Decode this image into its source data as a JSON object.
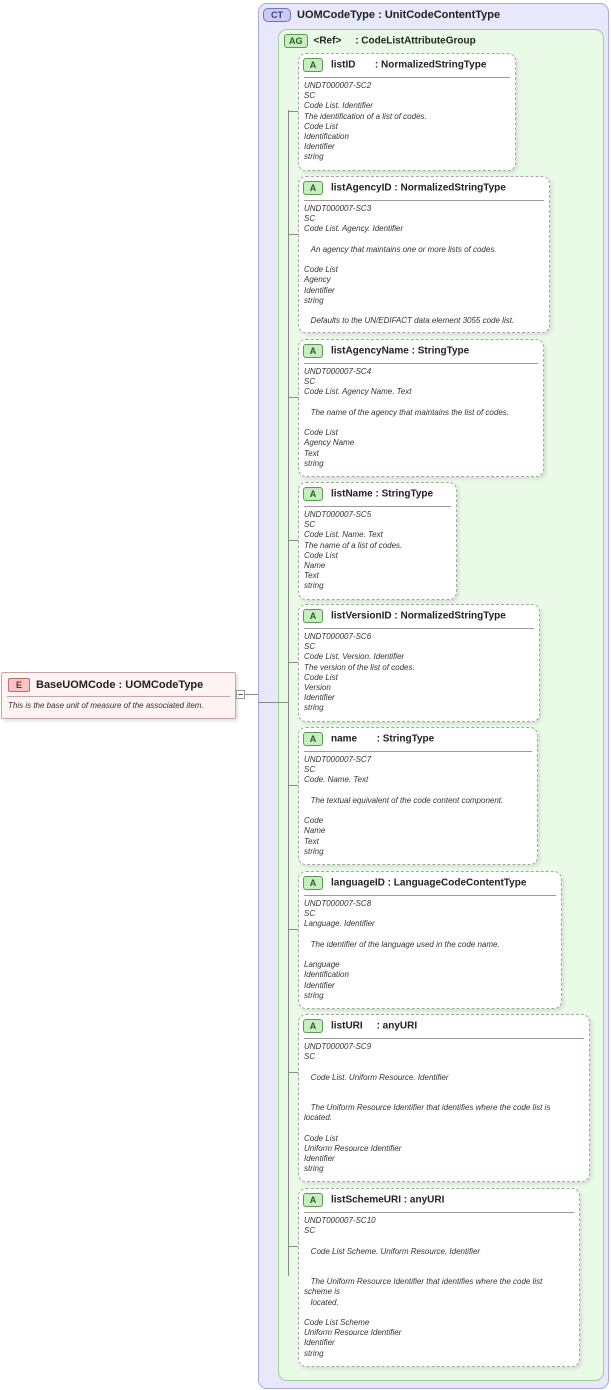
{
  "element": {
    "badge": "E",
    "name": "BaseUOMCode",
    "type": "UOMCodeType",
    "documentation": "This is the base unit of measure of the associated item."
  },
  "complex_type": {
    "badge": "CT",
    "name": "UOMCodeType",
    "base": "UnitCodeContentType"
  },
  "attribute_group": {
    "badge": "AG",
    "name": "<Ref>",
    "ref": "CodeListAttributeGroup"
  },
  "attributes": [
    {
      "badge": "A",
      "name": "listID",
      "type": "NormalizedStringType",
      "doc": [
        "UNDT000007-SC2",
        "SC",
        "Code List. Identifier",
        "The identification of a list of codes.",
        "Code List",
        "Identification",
        "Identifier",
        "string"
      ]
    },
    {
      "badge": "A",
      "name": "listAgencyID",
      "type": "NormalizedStringType",
      "doc": [
        "UNDT000007-SC3",
        "SC",
        "Code List. Agency. Identifier",
        "",
        "   An agency that maintains one or more lists of codes.",
        "",
        "Code List",
        "Agency",
        "Identifier",
        "string",
        "",
        "   Defaults to the UN/EDIFACT data element 3055 code list."
      ]
    },
    {
      "badge": "A",
      "name": "listAgencyName",
      "type": "StringType",
      "doc": [
        "UNDT000007-SC4",
        "SC",
        "Code List. Agency Name. Text",
        "",
        "   The name of the agency that maintains the list of codes.",
        "",
        "Code List",
        "Agency Name",
        "Text",
        "string"
      ]
    },
    {
      "badge": "A",
      "name": "listName",
      "type": "StringType",
      "doc": [
        "UNDT000007-SC5",
        "SC",
        "Code List. Name. Text",
        "The name of a list of codes.",
        "Code List",
        "Name",
        "Text",
        "string"
      ]
    },
    {
      "badge": "A",
      "name": "listVersionID",
      "type": "NormalizedStringType",
      "doc": [
        "UNDT000007-SC6",
        "SC",
        "Code List. Version. Identifier",
        "The version of the list of codes.",
        "Code List",
        "Version",
        "Identifier",
        "string"
      ]
    },
    {
      "badge": "A",
      "name": "name",
      "type": "StringType",
      "doc": [
        "UNDT000007-SC7",
        "SC",
        "Code. Name. Text",
        "",
        "   The textual equivalent of the code content component.",
        "",
        "Code",
        "Name",
        "Text",
        "string"
      ]
    },
    {
      "badge": "A",
      "name": "languageID",
      "type": "LanguageCodeContentType",
      "doc": [
        "UNDT000007-SC8",
        "SC",
        "Language. Identifier",
        "",
        "   The identifier of the language used in the code name.",
        "",
        "Language",
        "Identification",
        "Identifier",
        "string"
      ]
    },
    {
      "badge": "A",
      "name": "listURI",
      "type": "anyURI",
      "doc": [
        "UNDT000007-SC9",
        "SC",
        "",
        "   Code List. Uniform Resource. Identifier",
        "",
        "",
        "   The Uniform Resource Identifier that identifies where the code list is",
        "located.",
        "",
        "Code List",
        "Uniform Resource Identifier",
        "Identifier",
        "string"
      ]
    },
    {
      "badge": "A",
      "name": "listSchemeURI",
      "type": "anyURI",
      "doc": [
        "UNDT000007-SC10",
        "SC",
        "",
        "   Code List Scheme. Uniform Resource. Identifier",
        "",
        "",
        "   The Uniform Resource Identifier that identifies where the code list",
        "scheme is",
        "   located.",
        "",
        "Code List Scheme",
        "Uniform Resource Identifier",
        "Identifier",
        "string"
      ]
    }
  ]
}
